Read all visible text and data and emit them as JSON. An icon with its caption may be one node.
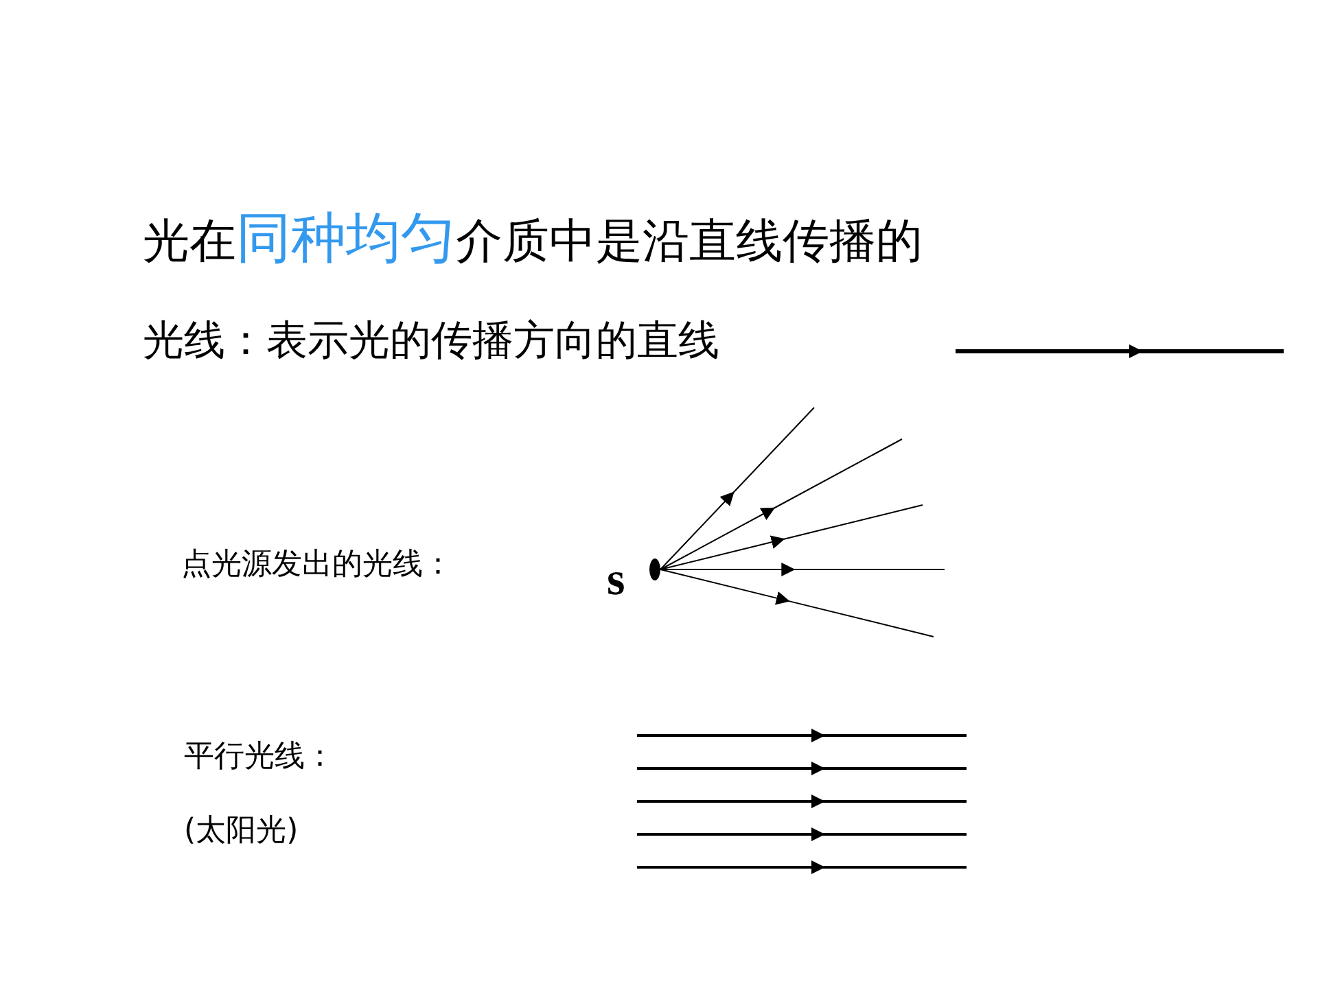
{
  "diagram": {
    "title": "光在**同种均匀**介质中是沿直线传播的",
    "labels": [
      "光线：表示光的传播方向的直线",
      "点光源发出的光线：",
      "s",
      "平行光线：",
      "(太阳光)"
    ]
  }
}
